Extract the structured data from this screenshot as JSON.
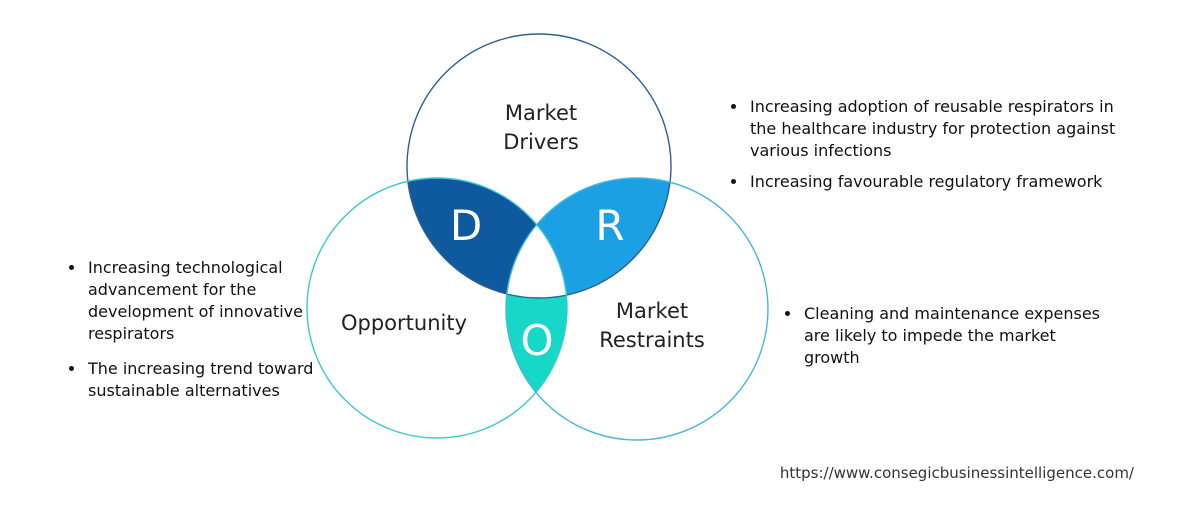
{
  "diagram": {
    "circles": {
      "drivers": {
        "title_lines": [
          "Market",
          "Drivers"
        ],
        "stroke": "#2e5f8e"
      },
      "opportunity": {
        "title": "Opportunity",
        "stroke": "#3cc9cf"
      },
      "restraints": {
        "title_lines": [
          "Market",
          "Restraints"
        ],
        "stroke": "#45b8d8"
      }
    },
    "intersections": {
      "D": {
        "letter": "D",
        "color": "#0f5a9f"
      },
      "R": {
        "letter": "R",
        "color": "#1ba1e3"
      },
      "O": {
        "letter": "O",
        "color": "#17d8c6"
      }
    }
  },
  "drivers": [
    "Increasing adoption of reusable respirators in the healthcare industry for protection against various infections",
    "Increasing favourable regulatory framework"
  ],
  "opportunity": [
    "Increasing technological advancement for the development of innovative respirators",
    "The increasing trend toward sustainable alternatives"
  ],
  "restraints": [
    "Cleaning and maintenance expenses are likely to impede the market growth"
  ],
  "source_url": "https://www.consegicbusinessintelligence.com/"
}
